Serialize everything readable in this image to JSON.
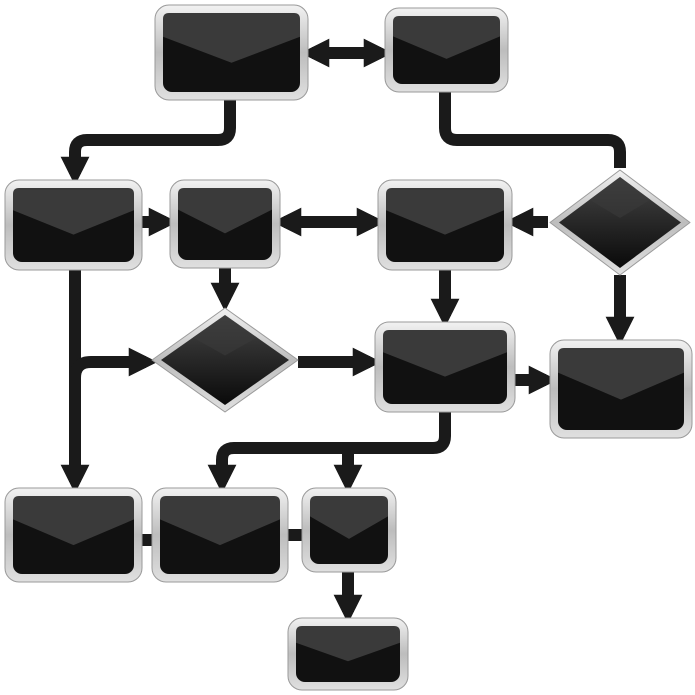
{
  "diagram": {
    "type": "flowchart",
    "colors": {
      "background": "#ffffff",
      "node_fill": "#111111",
      "node_highlight": "#3a3a3a",
      "node_border": "#c8c8c8",
      "connector": "#1a1a1a"
    },
    "nodes": [
      {
        "shape": "rect"
      },
      {
        "shape": "rect"
      },
      {
        "shape": "rect"
      },
      {
        "shape": "rect"
      },
      {
        "shape": "rect"
      },
      {
        "shape": "diamond"
      },
      {
        "shape": "diamond"
      },
      {
        "shape": "rect"
      },
      {
        "shape": "rect"
      },
      {
        "shape": "rect"
      },
      {
        "shape": "rect"
      },
      {
        "shape": "rect"
      },
      {
        "shape": "rect"
      }
    ]
  }
}
